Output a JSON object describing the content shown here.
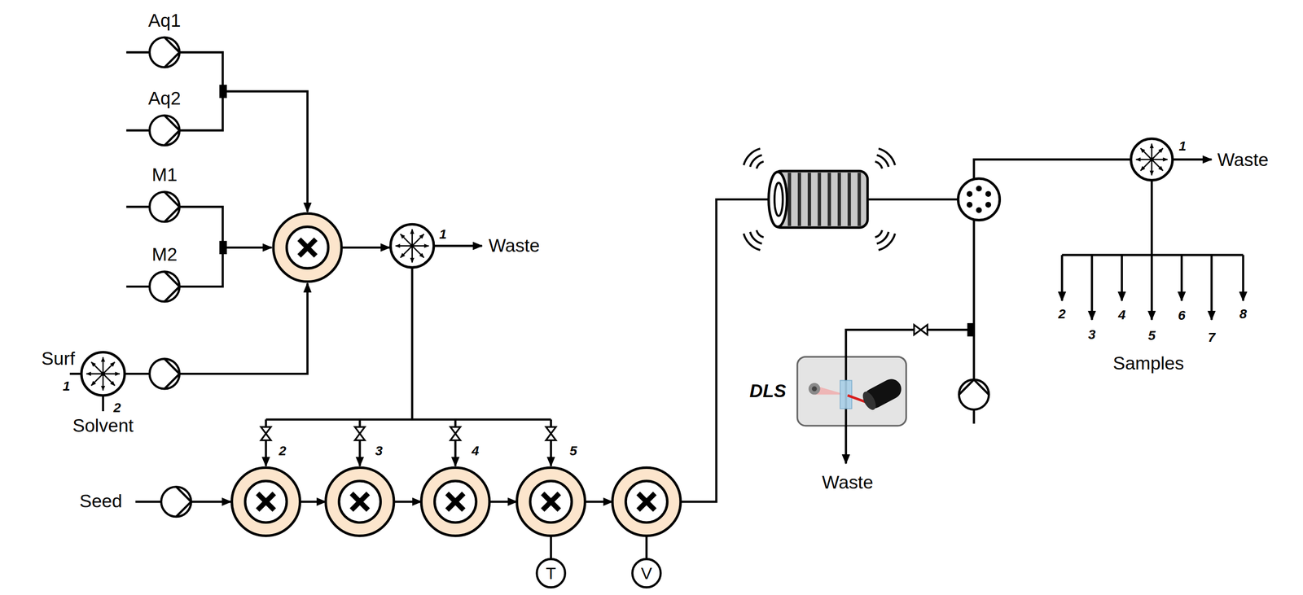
{
  "diagram": {
    "nodes": [
      {
        "text": [
          "Aq1"
        ]
      },
      {
        "text": [
          "Aq2"
        ]
      },
      {
        "text": [
          "M1"
        ]
      },
      {
        "text": [
          "M2"
        ]
      },
      {
        "text": [
          "Seed"
        ]
      },
      {
        "text": [
          "T"
        ]
      },
      {
        "text": [
          "V"
        ]
      },
      {
        "text": [
          "DLS"
        ]
      }
    ],
    "labels": [
      "Surf",
      "1",
      "2",
      "Solvent",
      "1",
      "Waste",
      "2",
      "3",
      "4",
      "5",
      "Waste",
      "1",
      "Waste",
      "2",
      "3",
      "4",
      "5",
      "6",
      "7",
      "8",
      "Samples"
    ]
  }
}
